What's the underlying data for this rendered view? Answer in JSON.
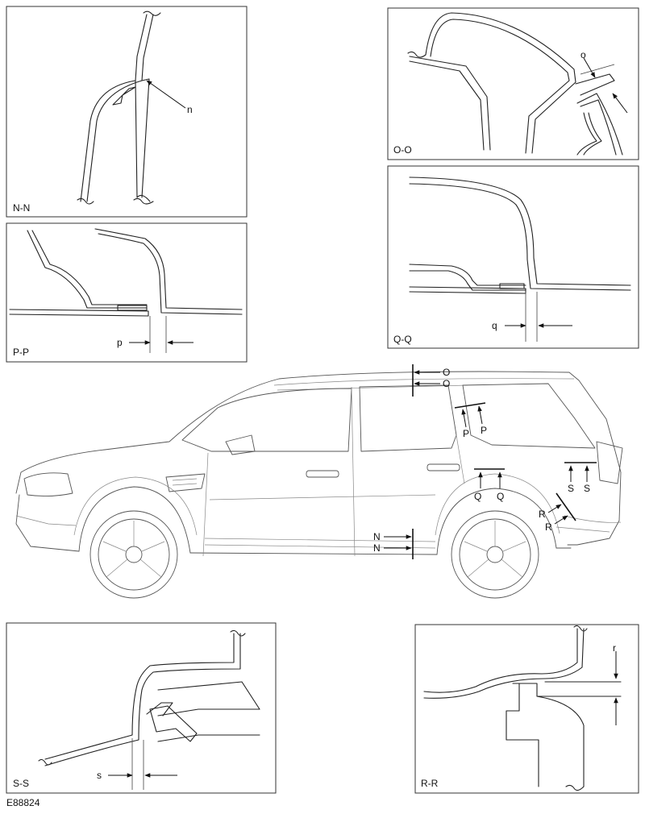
{
  "figure_id": "E88824",
  "panels": {
    "nn": {
      "title": "N-N",
      "dimension": "n"
    },
    "oo": {
      "title": "O-O",
      "dimension": "o"
    },
    "pp": {
      "title": "P-P",
      "dimension": "p"
    },
    "qq": {
      "title": "Q-Q",
      "dimension": "q"
    },
    "ss": {
      "title": "S-S",
      "dimension": "s"
    },
    "rr": {
      "title": "R-R",
      "dimension": "r"
    }
  },
  "section_markers": {
    "o": "O",
    "p": "P",
    "q": "Q",
    "s": "S",
    "r": "R",
    "n": "N"
  }
}
